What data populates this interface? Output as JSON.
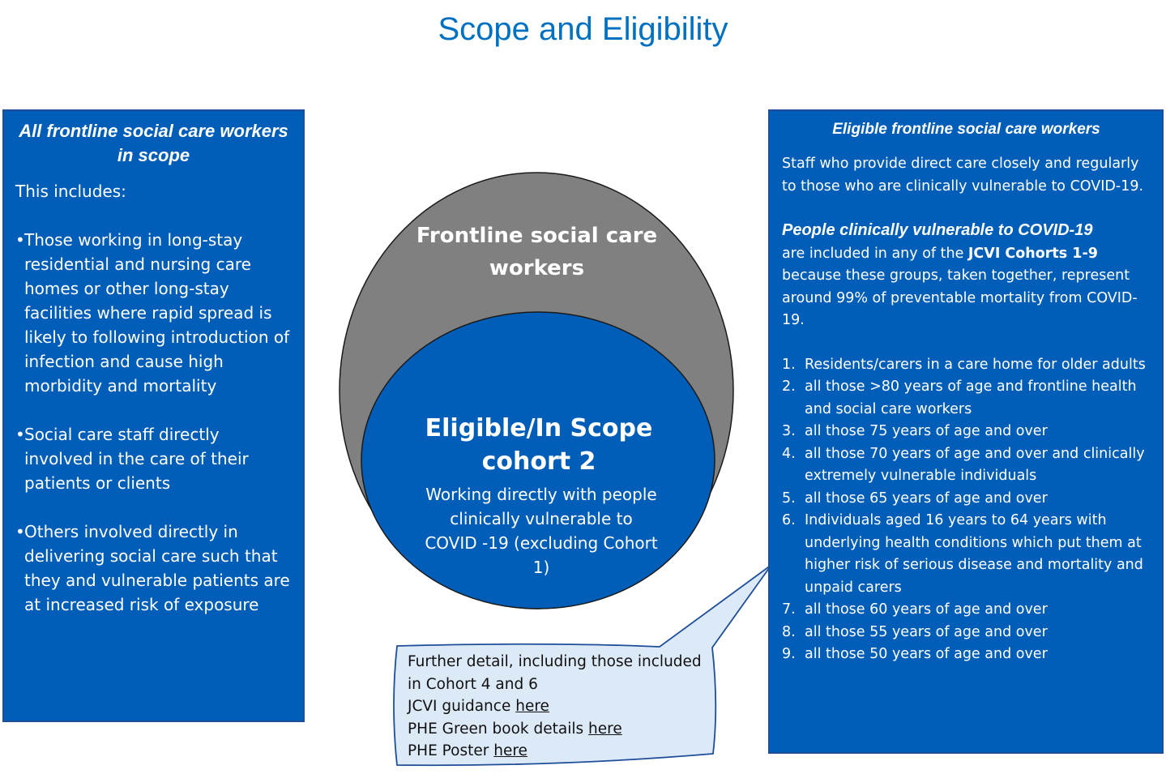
{
  "title": "Scope and Eligibility",
  "left_panel": {
    "heading": "All frontline social care workers in scope",
    "intro": "This includes:",
    "bullet_glyph": "•",
    "bullets": [
      "Those working in long-stay residential and nursing care homes or other long-stay facilities where rapid spread is likely to following introduction of infection and cause high morbidity and mortality",
      "Social care staff directly involved in the care of their patients or clients",
      "Others involved directly in delivering social care such that they and vulnerable patients are at increased risk of exposure"
    ]
  },
  "diagram": {
    "outer_label": "Frontline social care workers",
    "inner_title": "Eligible/In Scope cohort 2",
    "inner_subtitle": "Working directly with people clinically vulnerable to COVID -19 (excluding Cohort 1)"
  },
  "callout": {
    "line1": "Further detail, including those included in Cohort 4 and 6",
    "jcvi_prefix": "JCVI guidance",
    "green_book_prefix": "PHE Green book details",
    "poster_prefix": "PHE Poster",
    "link_text": "here"
  },
  "right_panel": {
    "heading": "Eligible frontline social care workers",
    "intro": "Staff who provide direct care closely and regularly to those who are clinically vulnerable to COVID-19.",
    "vulnerable_heading": "People clinically vulnerable to COVID-19",
    "vulnerable_text_1": "are included in any of the",
    "jcvi_cohorts": "JCVI Cohorts 1-9",
    "vulnerable_text_2": "because these groups, taken together, represent around 99% of preventable mortality from COVID-19.",
    "cohorts": [
      {
        "num": "1.",
        "text": "Residents/carers in a care home for older adults"
      },
      {
        "num": "2.",
        "text": "all those >80 years of age and frontline health and social care workers"
      },
      {
        "num": "3.",
        "text": "all those 75 years of age and over"
      },
      {
        "num": "4.",
        "text": "all those 70 years of age and over and clinically extremely vulnerable individuals"
      },
      {
        "num": "5.",
        "text": "all those 65 years of age and over"
      },
      {
        "num": "6.",
        "text": "Individuals aged 16 years to 64 years with underlying health conditions which put them at higher risk of serious disease and mortality and unpaid carers"
      },
      {
        "num": "7.",
        "text": "all those 60 years of age and over"
      },
      {
        "num": "8.",
        "text": "all those 55 years of age and over"
      },
      {
        "num": "9.",
        "text": "all those 50 years of age and over"
      }
    ]
  },
  "colors": {
    "title": "#0070C0",
    "panel_fill": "#005EB8",
    "outer_ellipse": "#808080",
    "inner_ellipse": "#005EB8",
    "callout_fill": "#DCE9F7"
  }
}
